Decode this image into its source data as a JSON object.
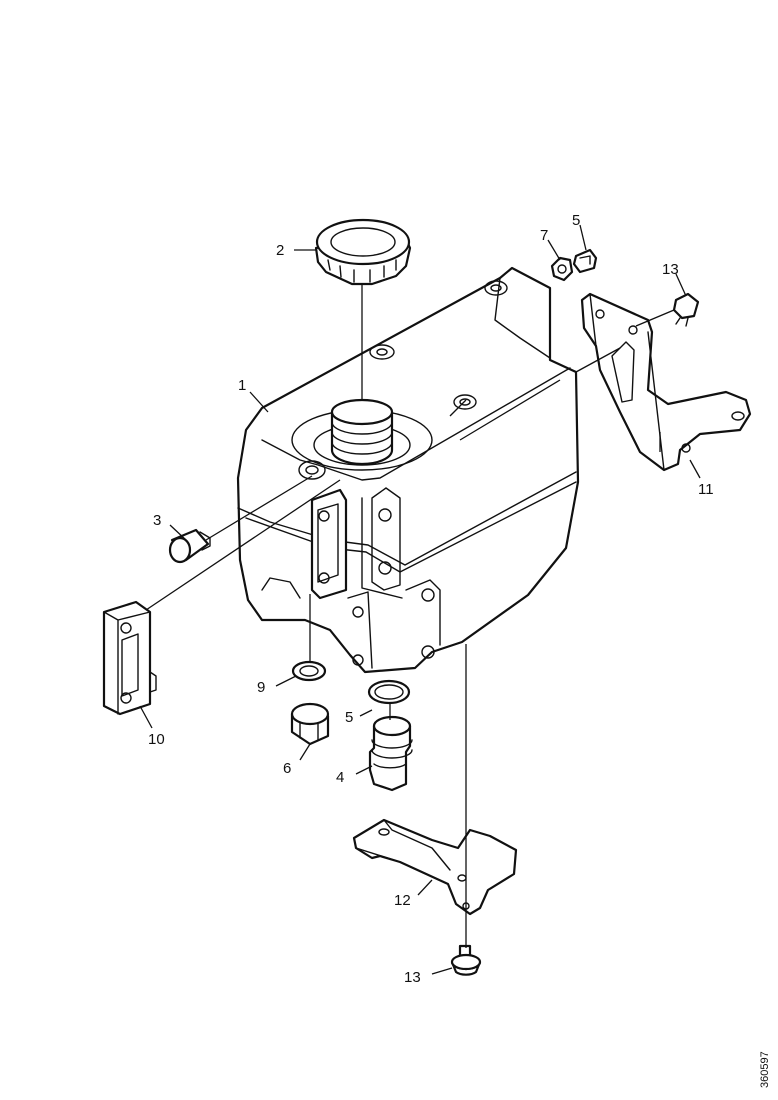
{
  "callouts": {
    "tank": "1",
    "cap": "2",
    "sensor": "3",
    "outlet_fitting": "4",
    "seal_lower": "5",
    "seal_top": "5",
    "plug": "6",
    "nut": "7",
    "washer": "9",
    "level_gauge": "10",
    "bracket_right": "11",
    "bracket_lower": "12",
    "bolt_top": "13",
    "bolt_bottom": "13"
  },
  "reference_number": "360597"
}
